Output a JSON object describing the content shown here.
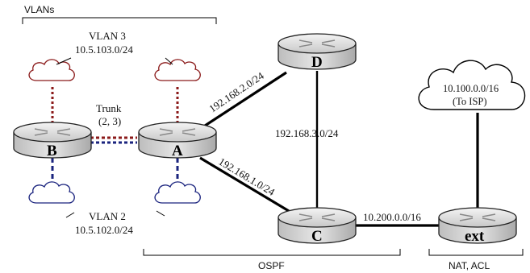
{
  "groups": {
    "vlans": "VLANs",
    "ospf": "OSPF",
    "nat_acl": "NAT, ACL"
  },
  "vlan3": {
    "label": "VLAN 3",
    "subnet": "10.5.103.0/24",
    "color": "#8B1A1A"
  },
  "vlan2": {
    "label": "VLAN 2",
    "subnet": "10.5.102.0/24",
    "color": "#1A237E"
  },
  "trunk": {
    "label": "Trunk",
    "vlans": "(2, 3)"
  },
  "routers": {
    "a": "A",
    "b": "B",
    "c": "C",
    "d": "D",
    "ext": "ext"
  },
  "links": {
    "a_d": "192.168.2.0/24",
    "a_c": "192.168.1.0/24",
    "d_c": "192.168.3.0/24",
    "c_ext": "10.200.0.0/16"
  },
  "isp": {
    "subnet": "10.100.0.0/16",
    "label": "(To ISP)"
  }
}
